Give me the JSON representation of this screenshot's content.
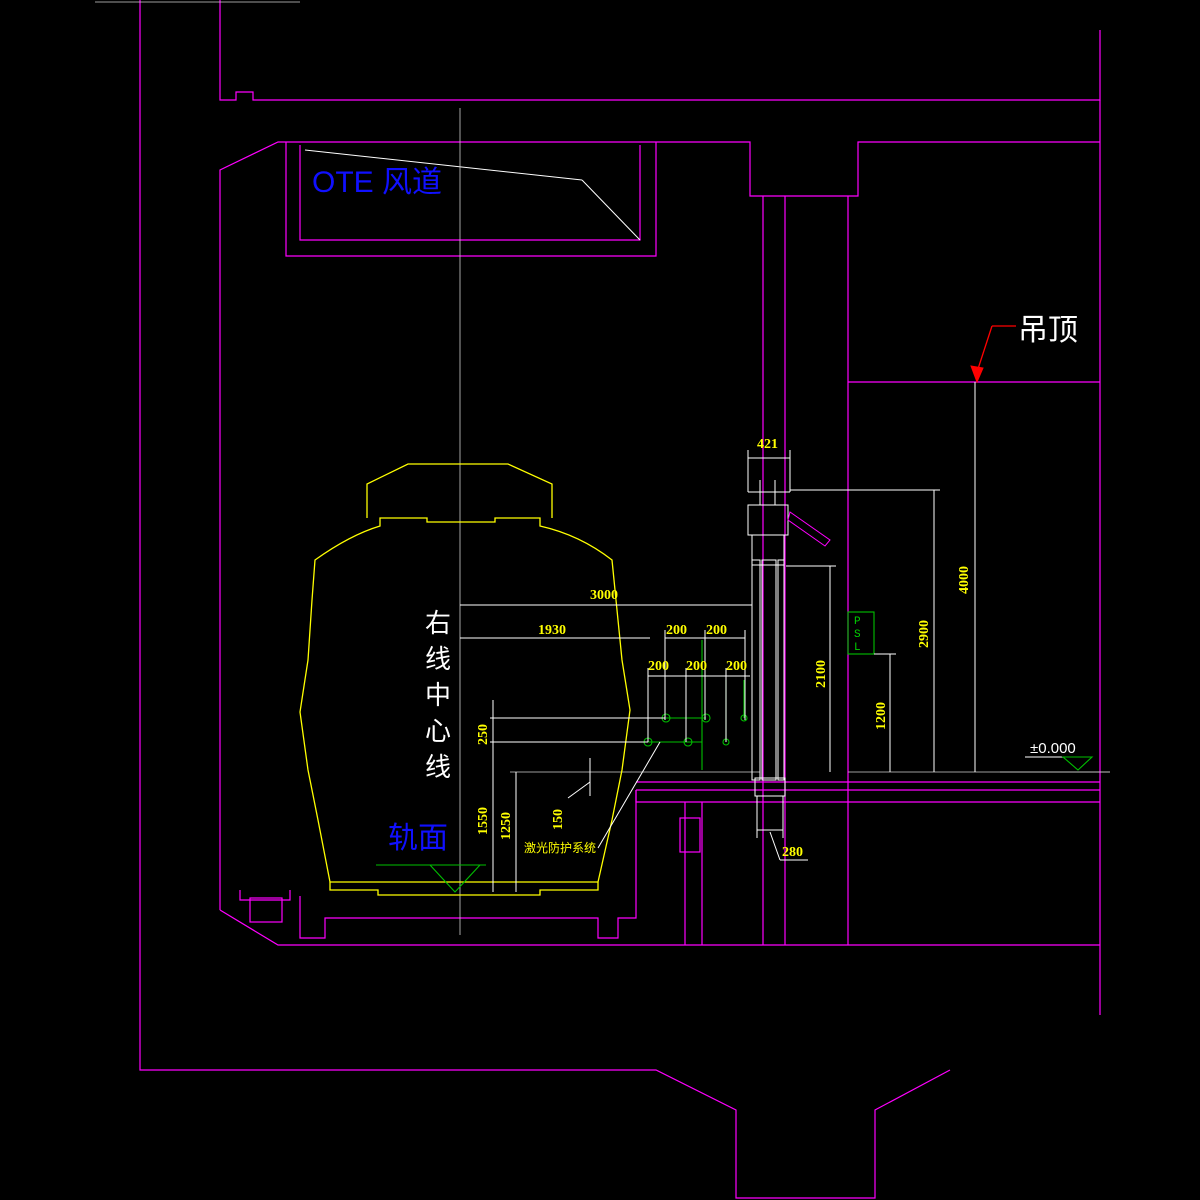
{
  "labels": {
    "duct": "OTE 风道",
    "ceiling": "吊顶",
    "centerline": "右线中心线",
    "rail_top": "轨面",
    "laser": "激光防护系统",
    "psl": "PSL",
    "datum": "±0.000"
  },
  "dimensions": {
    "d3000": "3000",
    "d1930": "1930",
    "d200a": "200",
    "d200b": "200",
    "d200c": "200",
    "d200d": "200",
    "d200e": "200",
    "d421": "421",
    "d280": "280",
    "d250": "250",
    "d1550": "1550",
    "d1250": "1250",
    "d150": "150",
    "d2100": "2100",
    "d1200": "1200",
    "d2900": "2900",
    "d4000": "4000"
  },
  "colors": {
    "structure": "#ff00ff",
    "vehicle_outline": "#ffff00",
    "dimensions": "#ffff00",
    "guide_lines": "#ffffff",
    "equipment": "#00c000",
    "duct_label": "#1010ff",
    "ceiling_arrow": "#ff0000",
    "background": "#000000"
  }
}
